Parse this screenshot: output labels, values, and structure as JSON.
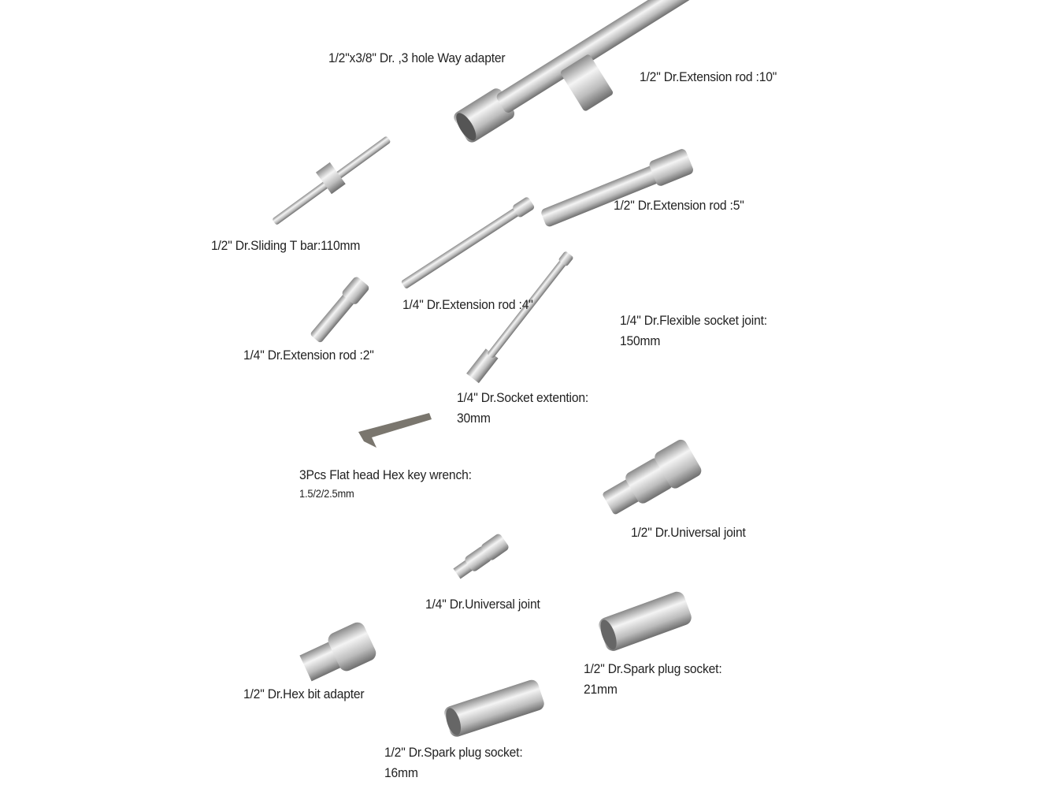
{
  "colors": {
    "background": "#ffffff",
    "text": "#222222",
    "metal": "#c8c8c8"
  },
  "items": [
    {
      "id": "adapter",
      "label": "1/2\"x3/8\" Dr. ,3 hole Way adapter"
    },
    {
      "id": "ext10",
      "label": "1/2\" Dr.Extension rod :10\""
    },
    {
      "id": "ext5",
      "label": "1/2\" Dr.Extension rod :5\""
    },
    {
      "id": "tbar",
      "label": "1/2\" Dr.Sliding T bar:110mm"
    },
    {
      "id": "ext4",
      "label": "1/4\" Dr.Extension rod :4\""
    },
    {
      "id": "flex",
      "label": "1/4\" Dr.Flexible socket joint:",
      "sub": "150mm"
    },
    {
      "id": "ext2",
      "label": "1/4\" Dr.Extension rod :2\""
    },
    {
      "id": "sockext",
      "label": "1/4\" Dr.Socket extention:",
      "sub": "30mm"
    },
    {
      "id": "hexkey",
      "label": "3Pcs Flat head Hex key wrench:",
      "sub": "1.5/2/2.5mm"
    },
    {
      "id": "uj12",
      "label": "1/2\" Dr.Universal joint"
    },
    {
      "id": "uj14",
      "label": "1/4\" Dr.Universal joint"
    },
    {
      "id": "spark21",
      "label": "1/2\" Dr.Spark plug socket:",
      "sub": "21mm"
    },
    {
      "id": "hexbit",
      "label": "1/2\" Dr.Hex bit adapter"
    },
    {
      "id": "spark16",
      "label": "1/2\" Dr.Spark plug socket:",
      "sub": "16mm"
    }
  ]
}
